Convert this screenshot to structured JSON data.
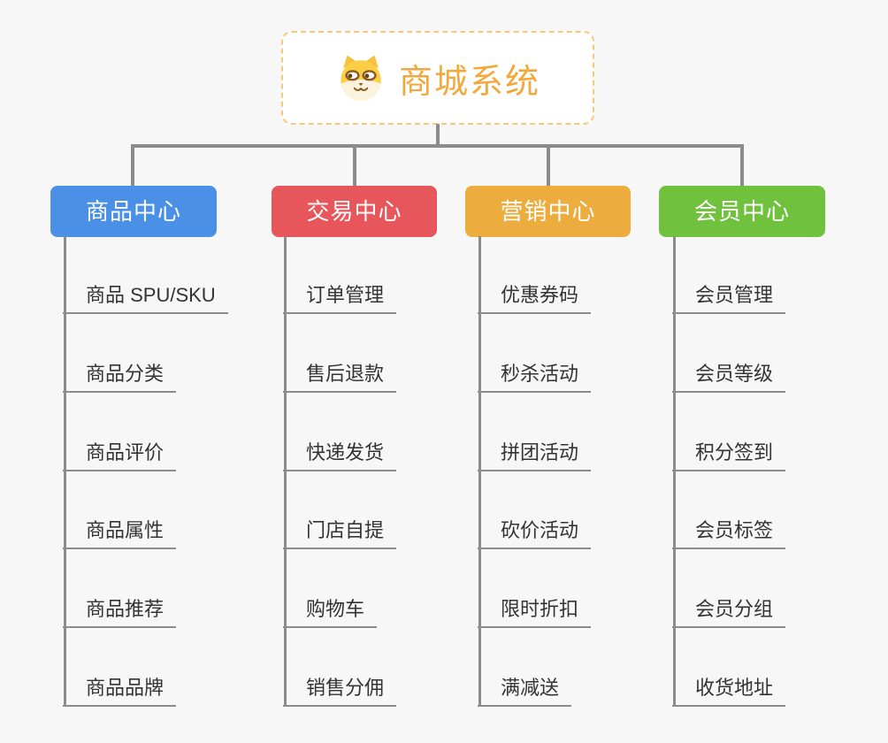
{
  "page": {
    "background_color": "#F7F7F7",
    "connector_color": "#8C8C8C",
    "leaf_text_color": "#333333"
  },
  "root": {
    "title": "商城系统",
    "icon": "doge-face-icon",
    "text_color": "#F2A83C",
    "border_color": "#F6C878"
  },
  "branches": [
    {
      "label": "商品中心",
      "color": "#4A90E6",
      "items": [
        "商品 SPU/SKU",
        "商品分类",
        "商品评价",
        "商品属性",
        "商品推荐",
        "商品品牌"
      ]
    },
    {
      "label": "交易中心",
      "color": "#E6565A",
      "items": [
        "订单管理",
        "售后退款",
        "快递发货",
        "门店自提",
        "购物车",
        "销售分佣"
      ]
    },
    {
      "label": "营销中心",
      "color": "#ECAC3E",
      "items": [
        "优惠券码",
        "秒杀活动",
        "拼团活动",
        "砍价活动",
        "限时折扣",
        "满减送"
      ]
    },
    {
      "label": "会员中心",
      "color": "#6FC13E",
      "items": [
        "会员管理",
        "会员等级",
        "积分签到",
        "会员标签",
        "会员分组",
        "收货地址"
      ]
    }
  ]
}
